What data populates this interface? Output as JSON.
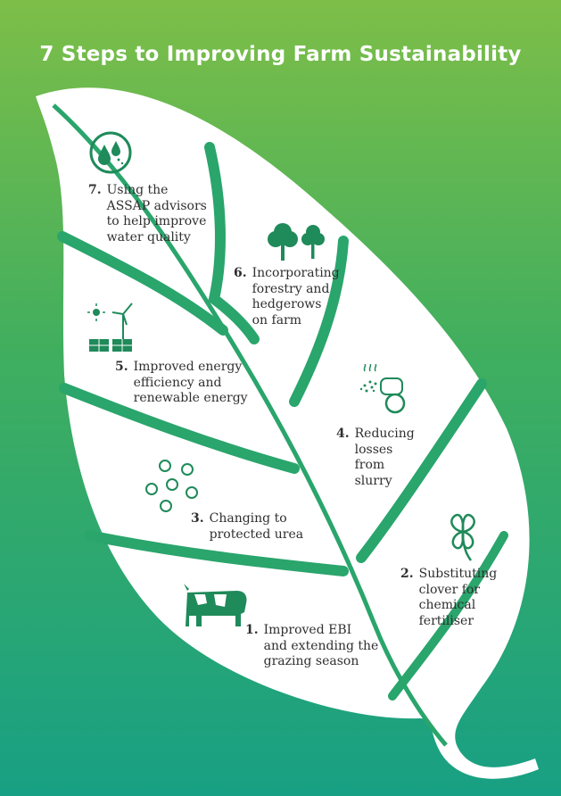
{
  "title": "7 Steps to Improving Farm Sustainability",
  "colors": {
    "bg_top": "#7dbe48",
    "bg_bottom": "#18a084",
    "leaf": "#ffffff",
    "icon": "#1f8a5a",
    "text": "#2f2f2f"
  },
  "steps": [
    {
      "num": "1.",
      "text": "Improved EBI\nand extending the\ngrazing season",
      "icon": "cow-icon"
    },
    {
      "num": "2.",
      "text": "Substituting\nclover for\nchemical\nfertiliser",
      "icon": "clover-icon"
    },
    {
      "num": "3.",
      "text": "Changing to\nprotected urea",
      "icon": "urea-granules-icon"
    },
    {
      "num": "4.",
      "text": "Reducing\nlosses\nfrom\nslurry",
      "icon": "slurry-spreader-icon"
    },
    {
      "num": "5.",
      "text": "Improved energy\nefficiency and\nrenewable energy",
      "icon": "solar-wind-icon"
    },
    {
      "num": "6.",
      "text": "Incorporating\nforestry and\nhedgerows\non farm",
      "icon": "trees-icon"
    },
    {
      "num": "7.",
      "text": "Using the\nASSAP advisors\nto help improve\nwater quality",
      "icon": "water-drops-icon"
    }
  ]
}
